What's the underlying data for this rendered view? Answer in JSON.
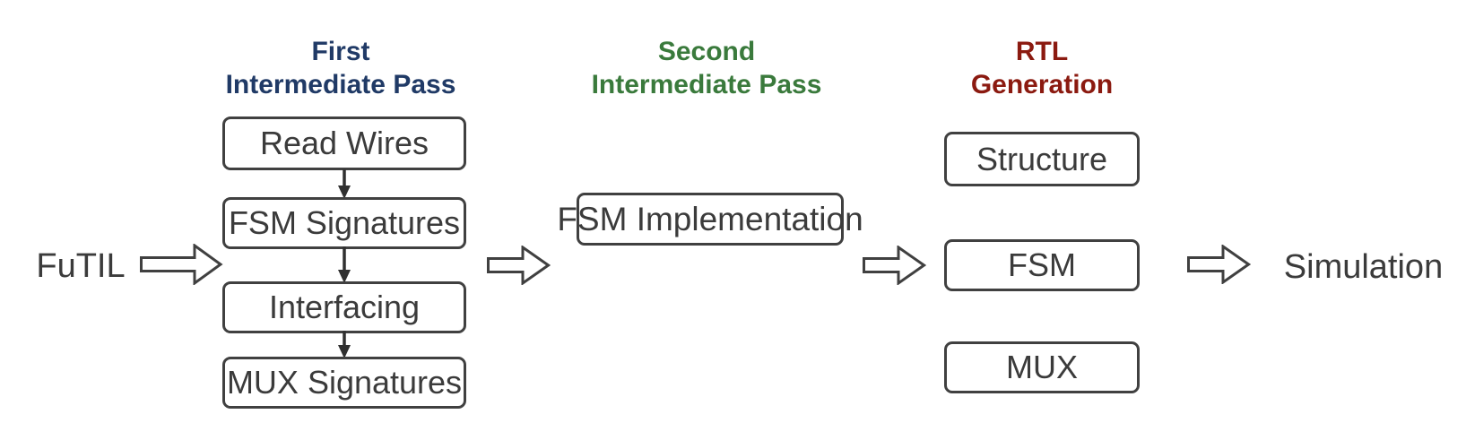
{
  "diagram": {
    "input_label": "FuTIL",
    "output_label": "Simulation",
    "stages": [
      {
        "title": [
          "First",
          "Intermediate Pass"
        ],
        "title_color": "#203A66",
        "boxes": [
          "Read Wires",
          "FSM Signatures",
          "Interfacing",
          "MUX Signatures"
        ]
      },
      {
        "title": [
          "Second",
          "Intermediate Pass"
        ],
        "title_color": "#3A7A3C",
        "boxes": [
          "FSM Implementation"
        ]
      },
      {
        "title": [
          "RTL",
          "Generation"
        ],
        "title_color": "#8B1A10",
        "boxes": [
          "Structure",
          "FSM",
          "MUX"
        ]
      }
    ],
    "icons": {
      "flow_arrow": "hollow-right-arrow",
      "step_connector": "filled-down-arrow"
    },
    "colors": {
      "background": "#FFFFFF",
      "box_border": "#404040",
      "box_text": "#3B3B3B",
      "arrow_outline": "#404040",
      "connector": "#303030"
    }
  }
}
